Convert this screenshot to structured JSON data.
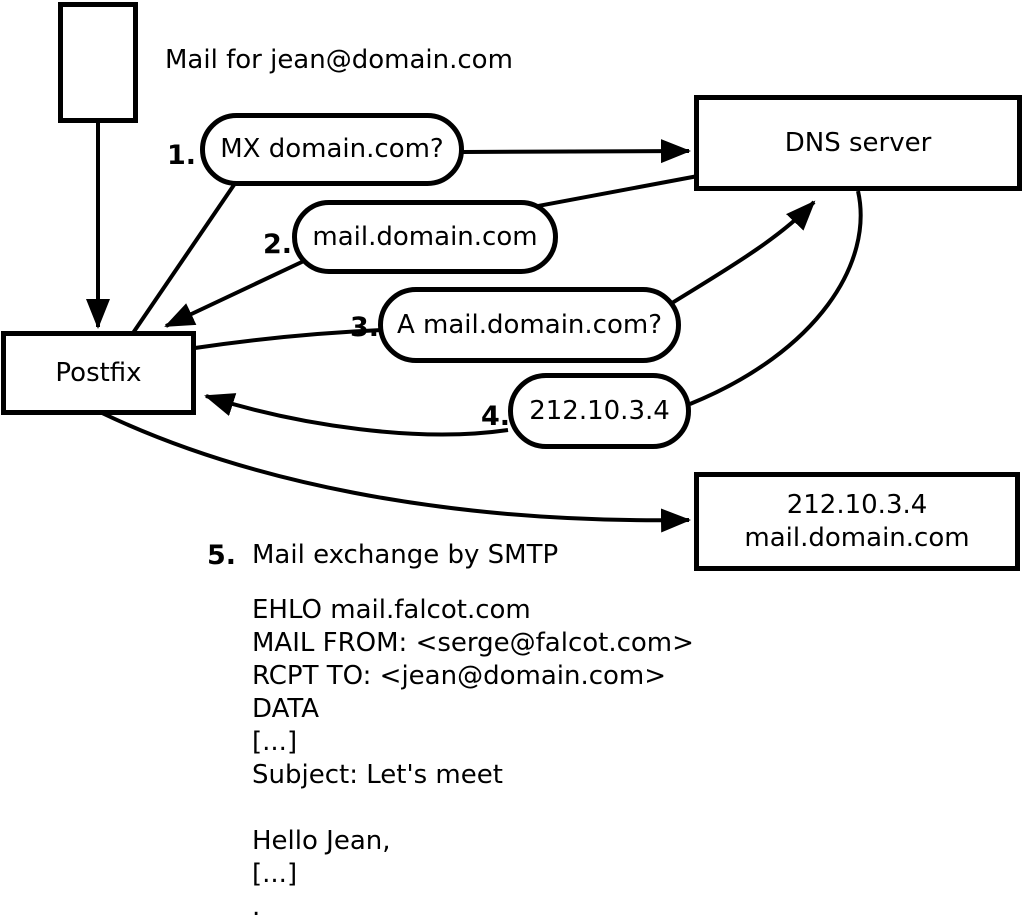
{
  "diagram": {
    "annotation": "Mail for jean@domain.com",
    "nodes": {
      "dns": {
        "label": "DNS server"
      },
      "postfix": {
        "label": "Postfix"
      },
      "target": {
        "line1": "212.10.3.4",
        "line2": "mail.domain.com"
      }
    },
    "steps": [
      {
        "num": "1.",
        "label": "MX domain.com?"
      },
      {
        "num": "2.",
        "label": "mail.domain.com"
      },
      {
        "num": "3.",
        "label": "A mail.domain.com?"
      },
      {
        "num": "4.",
        "label": "212.10.3.4"
      },
      {
        "num": "5.",
        "label": "Mail exchange by SMTP"
      }
    ],
    "smtp_session": {
      "lines": [
        "EHLO mail.falcot.com",
        "MAIL FROM: <serge@falcot.com>",
        "RCPT TO: <jean@domain.com>",
        "DATA",
        "[...]",
        "Subject: Let's meet",
        "",
        "Hello Jean,",
        "[...]",
        "."
      ]
    },
    "colors": {
      "line": "#000000",
      "background": "#ffffff"
    }
  }
}
